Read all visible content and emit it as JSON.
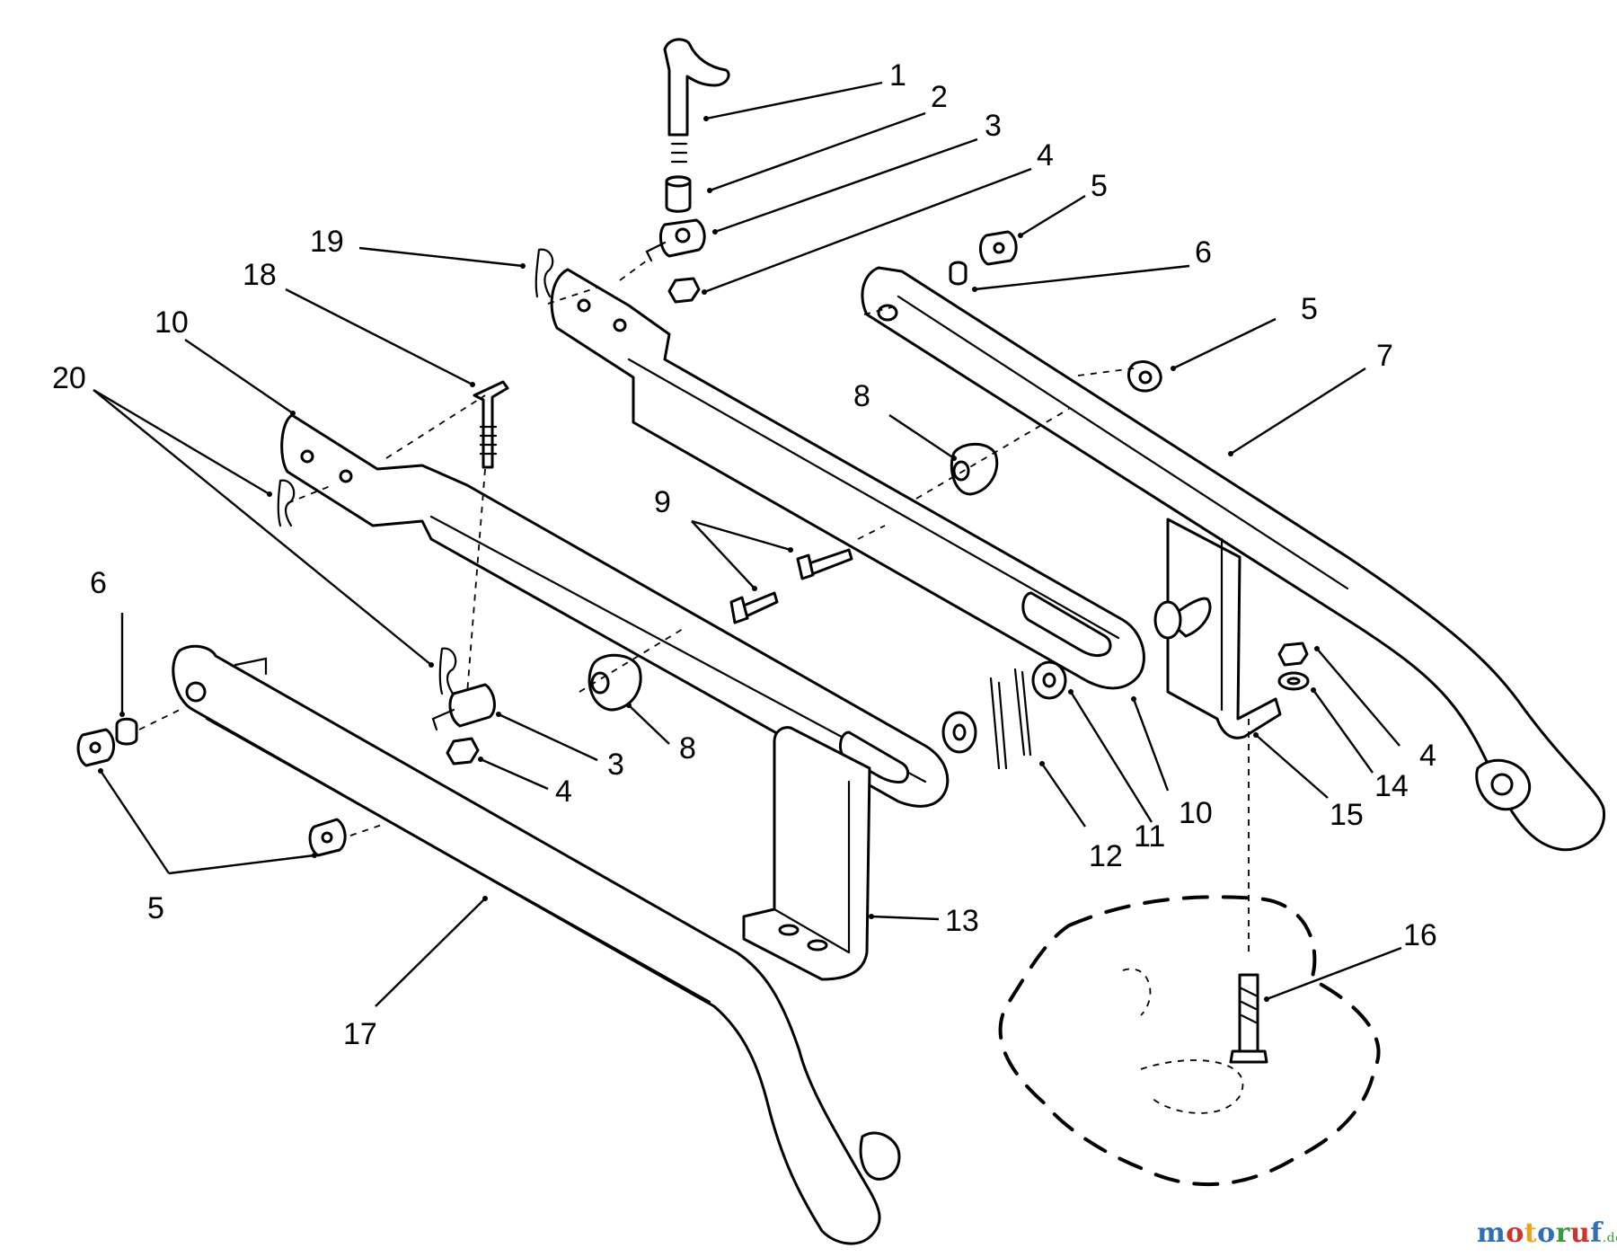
{
  "diagram": {
    "labels": [
      {
        "id": "c1",
        "text": "1"
      },
      {
        "id": "c2",
        "text": "2"
      },
      {
        "id": "c3a",
        "text": "3"
      },
      {
        "id": "c4a",
        "text": "4"
      },
      {
        "id": "c5a",
        "text": "5"
      },
      {
        "id": "c6a",
        "text": "6"
      },
      {
        "id": "c19",
        "text": "19"
      },
      {
        "id": "c18",
        "text": "18"
      },
      {
        "id": "c10a",
        "text": "10"
      },
      {
        "id": "c20",
        "text": "20"
      },
      {
        "id": "c5b",
        "text": "5"
      },
      {
        "id": "c7",
        "text": "7"
      },
      {
        "id": "c8a",
        "text": "8"
      },
      {
        "id": "c9",
        "text": "9"
      },
      {
        "id": "c6b",
        "text": "6"
      },
      {
        "id": "c3b",
        "text": "3"
      },
      {
        "id": "c8b",
        "text": "8"
      },
      {
        "id": "c4b",
        "text": "4"
      },
      {
        "id": "c5c",
        "text": "5"
      },
      {
        "id": "c17",
        "text": "17"
      },
      {
        "id": "c13",
        "text": "13"
      },
      {
        "id": "c12",
        "text": "12"
      },
      {
        "id": "c11",
        "text": "11"
      },
      {
        "id": "c10b",
        "text": "10"
      },
      {
        "id": "c15",
        "text": "15"
      },
      {
        "id": "c14",
        "text": "14"
      },
      {
        "id": "c4c",
        "text": "4"
      },
      {
        "id": "c16",
        "text": "16"
      }
    ]
  },
  "watermark": {
    "text": "motoruf",
    "suffix": ".de",
    "colors": [
      "#2f6fb3",
      "#d2322d",
      "#e8a21c",
      "#2f6fb3",
      "#3a9a3a",
      "#d2322d",
      "#2f6fb3"
    ]
  }
}
